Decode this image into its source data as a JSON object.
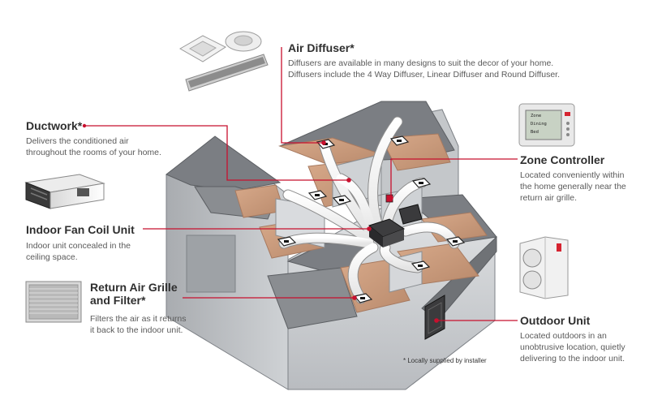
{
  "labels": {
    "air_diffuser": {
      "title": "Air Diffuser*",
      "desc_lines": [
        "Diffusers are available in many designs to suit the decor of your home.",
        "Diffusers include the 4 Way Diffuser, Linear Diffuser and Round Diffuser."
      ]
    },
    "ductwork": {
      "title": "Ductwork*",
      "desc_lines": [
        "Delivers the conditioned air",
        "throughout the rooms of your home."
      ]
    },
    "zone_controller": {
      "title": "Zone Controller",
      "desc_lines": [
        "Located conveniently within",
        "the home generally near the",
        "return air grille."
      ]
    },
    "indoor_unit": {
      "title": "Indoor Fan Coil Unit",
      "desc_lines": [
        "Indoor unit concealed in the",
        "ceiling space."
      ]
    },
    "return_grille": {
      "title_lines": [
        "Return Air Grille",
        "and Filter*"
      ],
      "desc_lines": [
        "Filters the air as it returns",
        "it back to the indoor unit."
      ]
    },
    "outdoor_unit": {
      "title": "Outdoor Unit",
      "desc_lines": [
        "Located outdoors in an",
        "unobtrusive location, quietly",
        "delivering to the indoor unit."
      ]
    }
  },
  "footnote": "* Locally supplied by installer",
  "controller_display": [
    "Zone",
    "Dining",
    "Bed"
  ],
  "colors": {
    "leader": "#c8102e",
    "roof": "#7b7e83",
    "floor": "#c8987a",
    "wall": "#d7d9dc",
    "text_title": "#2f2f2f",
    "text_desc": "#5a5a5a"
  }
}
